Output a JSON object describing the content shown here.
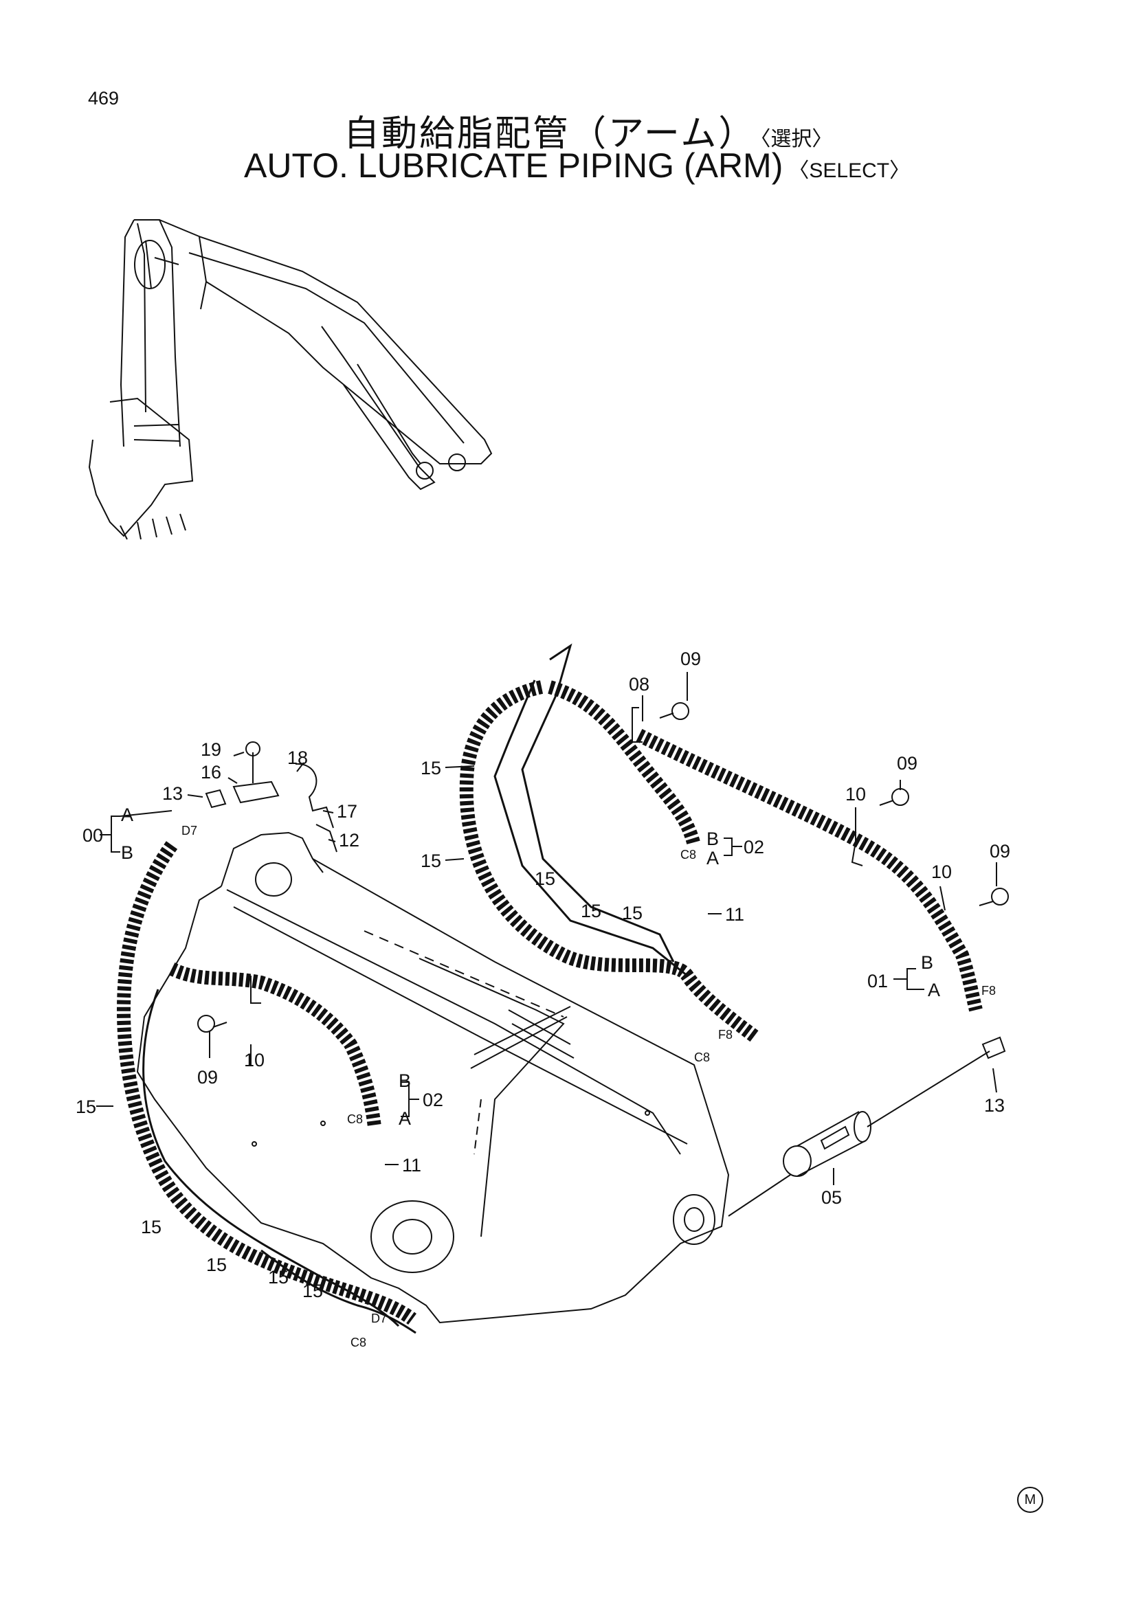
{
  "page_number": "469",
  "title_jp": "自動給脂配管（アーム）",
  "title_jp_select": "〈選択〉",
  "title_en": "AUTO. LUBRICATE PIPING (ARM)",
  "title_en_select": "〈SELECT〉",
  "parts": {
    "p09a": "09",
    "p08": "08",
    "p09b": "09",
    "p10a": "10",
    "p09c": "09",
    "p10b": "10",
    "p15a": "15",
    "p15b": "15",
    "p15c": "15",
    "p15d": "15",
    "p15e": "15",
    "p02a": "02",
    "p11a": "11",
    "pBa": "B",
    "pAa": "A",
    "c8a": "C8",
    "f8a": "F8",
    "c8b": "C8",
    "p01": "01",
    "pBb": "B",
    "pAb": "A",
    "f8b": "F8",
    "p13a": "13",
    "p05": "05",
    "p19": "19",
    "p16": "16",
    "p18": "18",
    "p13b": "13",
    "p17": "17",
    "p12": "12",
    "p00": "00",
    "pAc": "A",
    "pBc": "B",
    "d7a": "D7",
    "p09d": "09",
    "p10c": "10",
    "p02b": "02",
    "pBd": "B",
    "pAd": "A",
    "c8c": "C8",
    "p11b": "11",
    "p15f": "15",
    "p15g": "15",
    "p15h": "15",
    "p15i": "15",
    "p15j": "15",
    "d7b": "D7",
    "c8d": "C8"
  },
  "mark": "M",
  "icons": [
    "machine-overview-drawing",
    "arm-diagram-drawing",
    "registered-mark-icon"
  ]
}
